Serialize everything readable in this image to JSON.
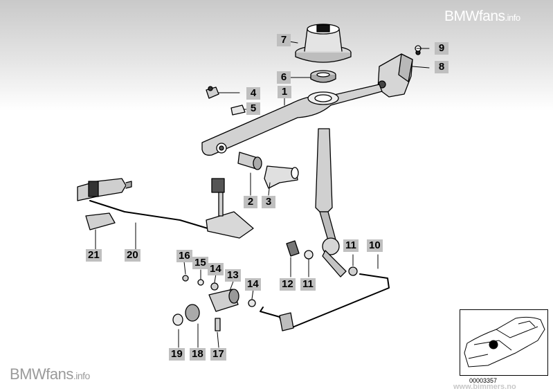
{
  "brand": {
    "top_main": "BMWfans",
    "top_suffix": ".info",
    "bottom_main": "BMWfans",
    "bottom_suffix": ".info"
  },
  "callouts": {
    "c1": "1",
    "c2": "2",
    "c3": "3",
    "c4": "4",
    "c5": "5",
    "c6": "6",
    "c7": "7",
    "c8": "8",
    "c9": "9",
    "c10": "10",
    "c11a": "11",
    "c11b": "11",
    "c12": "12",
    "c13": "13",
    "c14a": "14",
    "c14b": "14",
    "c15": "15",
    "c16": "16",
    "c17": "17",
    "c18": "18",
    "c19": "19",
    "c20": "20",
    "c21": "21"
  },
  "inset": {
    "code": "00003357",
    "url": "www.bimmers.no"
  }
}
